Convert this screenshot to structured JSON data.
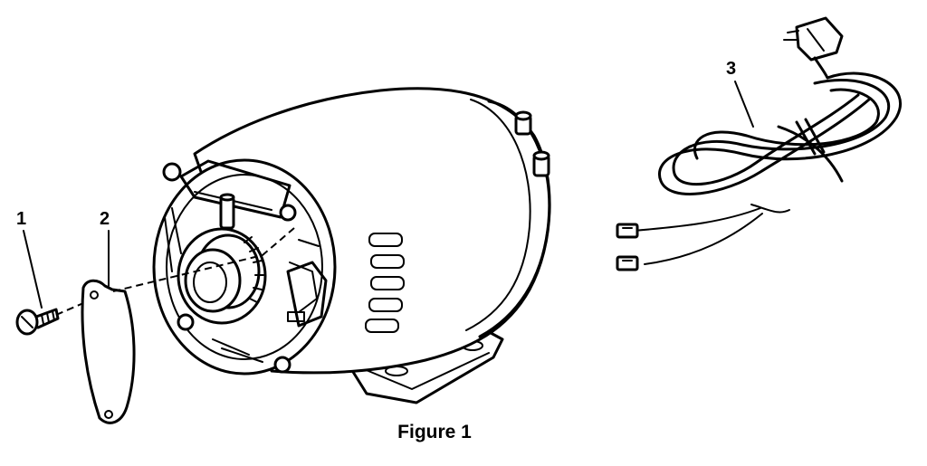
{
  "figure": {
    "caption": "Figure 1",
    "callouts": [
      {
        "id": "1",
        "label": "1",
        "part": "screw"
      },
      {
        "id": "2",
        "label": "2",
        "part": "cover-plate"
      },
      {
        "id": "3",
        "label": "3",
        "part": "power-cord"
      }
    ],
    "ink_color": "#000000",
    "background_color": "#ffffff"
  }
}
